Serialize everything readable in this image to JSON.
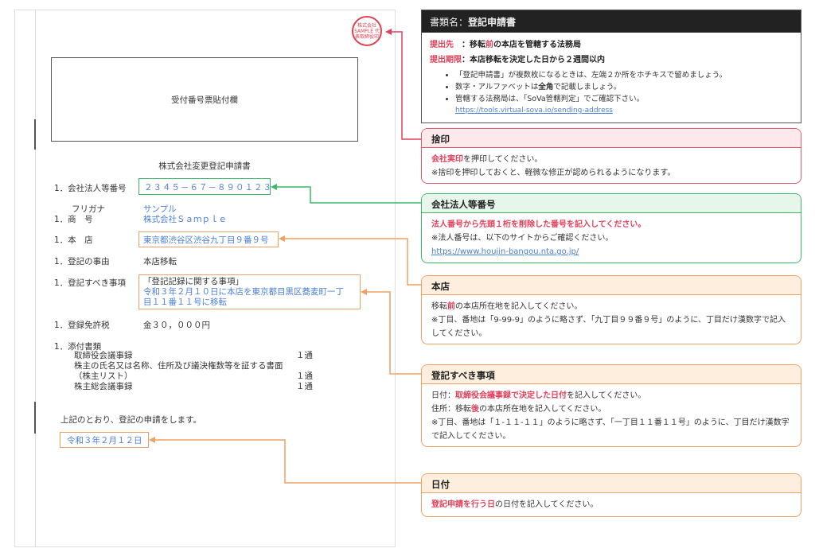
{
  "document": {
    "receipt_box": "受付番号票貼付欄",
    "title": "株式会社変更登記申請書",
    "stamp_text": "株式会社SAMPLE 代表取締役印",
    "rows": {
      "corp_number_label": "1．会社法人等番号",
      "corp_number_value": "２３４５－６７－８９０１２３",
      "furigana_label": "フリガナ",
      "furigana_value": "サンプル",
      "name_label": "1．商　号",
      "name_value": "株式会社Ｓａｍｐｌｅ",
      "office_label": "1．本　店",
      "office_value": "東京都渋谷区渋谷九丁目９番９号",
      "reason_label": "1．登記の事由",
      "reason_value": "本店移転",
      "matters_label": "1．登記すべき事項",
      "matters_line1": "「登記記録に関する事項」",
      "matters_line2": "令和３年２月１０日に本店を東京都目黒区蕎麦町一丁",
      "matters_line3": "目１１番１１号に移転",
      "tax_label": "1．登録免許税",
      "tax_value": "金３０，０００円",
      "attach_label": "1．添付書類"
    },
    "attachments": [
      {
        "name": "取締役会議事録",
        "count": "１通"
      },
      {
        "name": "株主の氏名又は名称、住所及び議決権数等を証する書面",
        "count": ""
      },
      {
        "name": "（株主リスト）",
        "count": "１通"
      },
      {
        "name": "株主総会議事録",
        "count": "１通"
      }
    ],
    "closing": "上記のとおり、登記の申請をします。",
    "date": "令和３年２月１２日"
  },
  "info": {
    "title_prefix": "書類名：",
    "title": "登記申請書",
    "dest_label": "提出先",
    "dest_a": "　：移転",
    "dest_red": "前",
    "dest_b": "の本店を管轄する法務局",
    "deadline_label": "提出期限",
    "deadline_text": "：本店移転を決定した日から２週間以内",
    "bullets": [
      "「登記申請書」が複数枚になるときは、左端２か所をホチキスで留めましょう。",
      "数字・アルファベットは",
      "全角",
      "で記載しましょう。",
      "管轄する法務局は、「SoVa管轄判定」でご確認下さい。"
    ],
    "link": "https://tools.virtual-sova.io/sending-address"
  },
  "panels": {
    "seal": {
      "title": "捨印",
      "red": "会社実印",
      "l1": "を押印してください。",
      "l2": "※捨印を押印しておくと、軽微な修正が認められるようになります。"
    },
    "corp": {
      "title": "会社法人等番号",
      "red": "法人番号から先頭１桁を削除した番号を記入してください。",
      "l2": "※法人番号は、以下のサイトからご確認ください。",
      "link": "https://www.houjin-bangou.nta.go.jp/"
    },
    "office": {
      "title": "本店",
      "a": "移転",
      "red": "前",
      "b": "の本店所在地を記入してください。",
      "l2": "※丁目、番地は「9-99-9」のように略さず、「九丁目９９番９号」のように、丁目だけ漢数字で記入してください。"
    },
    "matters": {
      "title": "登記すべき事項",
      "a": "日付：",
      "red": "取締役会議事録で決定した日付",
      "b": "を記入してください。",
      "c": "住所：移転",
      "red2": "後",
      "d": "の本店所在地を記入してください。",
      "l3": "※丁目、番地は「１-１１-１１」のように略さず、「一丁目１１番１１号」のように、丁目だけ漢数字で記入してください。"
    },
    "date": {
      "title": "日付",
      "red": "登記申請を行う日",
      "b": "の日付を記入してください。"
    }
  },
  "colors": {
    "red": "#e0405a",
    "green": "#3cb86a",
    "orange": "#f0a060",
    "dark": "#222222",
    "link": "#4a7fd6"
  }
}
